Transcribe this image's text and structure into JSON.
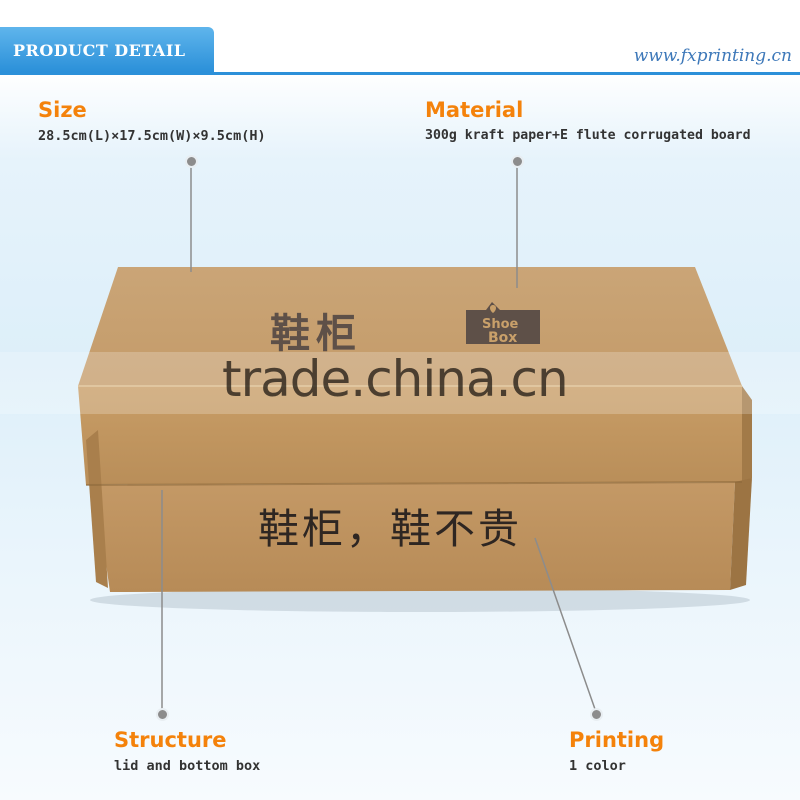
{
  "header": {
    "title": "PRODUCT DETAIL",
    "site_url": "www.fxprinting.cn"
  },
  "specs": {
    "size": {
      "title": "Size",
      "value": "28.5cm(L)×17.5cm(W)×9.5cm(H)"
    },
    "material": {
      "title": "Material",
      "value": "300g kraft paper+E flute corrugated board"
    },
    "structure": {
      "title": "Structure",
      "value": "lid and bottom box"
    },
    "printing": {
      "title": "Printing",
      "value": "1 color"
    }
  },
  "box": {
    "lid_print": "鞋柜",
    "logo_lines": [
      "Shoe",
      "Box"
    ],
    "front_print": "鞋柜，鞋不贵"
  },
  "watermark": "trade.china.cn",
  "colors": {
    "accent_orange": "#f4820b",
    "header_blue": "#2b90d9",
    "kraft": "#c9a06a"
  }
}
